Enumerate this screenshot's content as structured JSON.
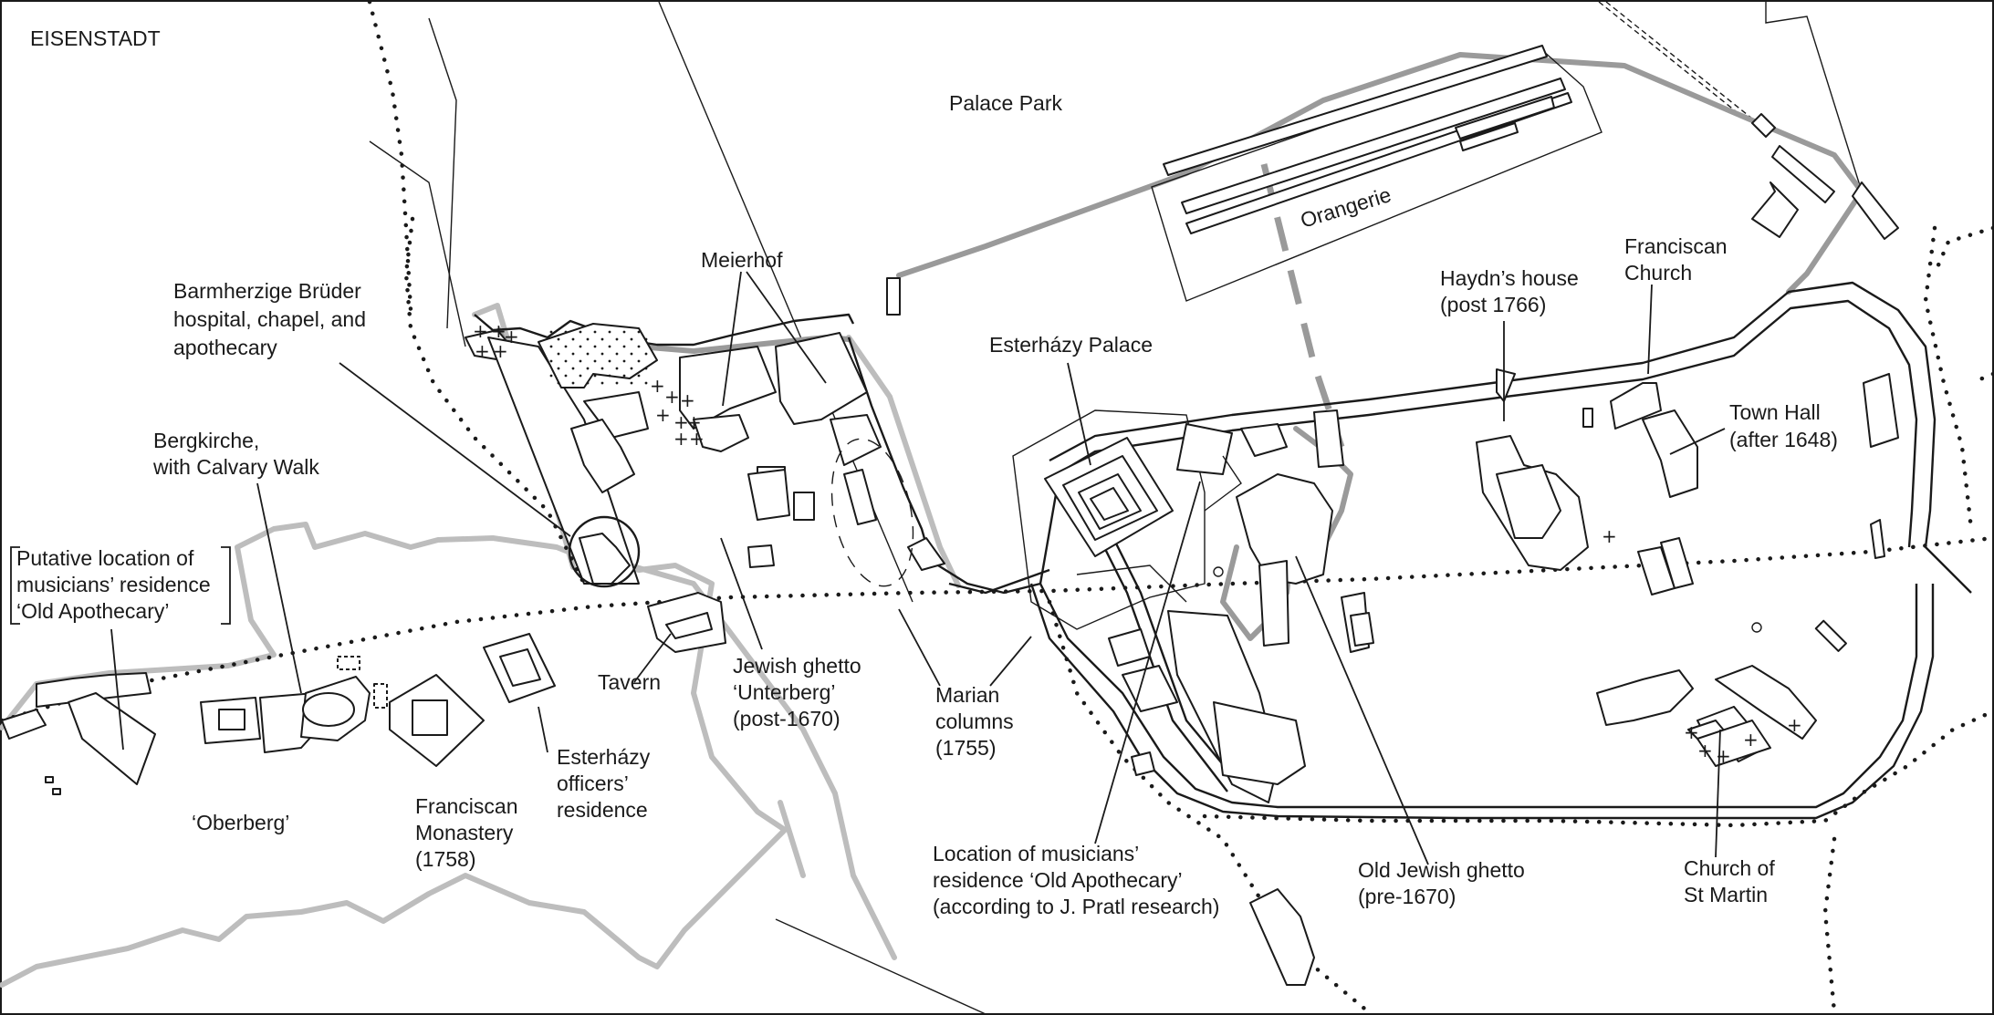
{
  "map": {
    "title": "EISENSTADT",
    "labels": {
      "palace_park": "Palace Park",
      "orangerie": "Orangerie",
      "meierhof": "Meierhof",
      "bruder_1": "Barmherzige Brüder",
      "bruder_2": "hospital, chapel, and",
      "bruder_3": "apothecary",
      "bergkirche_1": "Bergkirche,",
      "bergkirche_2": "with Calvary Walk",
      "putative_1": "Putative location of",
      "putative_2": "musicians’ residence",
      "putative_3": "‘Old Apothecary’",
      "oberberg": "‘Oberberg’",
      "franciscan_monastery_1": "Franciscan",
      "franciscan_monastery_2": "Monastery",
      "franciscan_monastery_3": "(1758)",
      "officers_1": "Esterházy",
      "officers_2": "officers’",
      "officers_3": "residence",
      "tavern": "Tavern",
      "jewish_ghetto_1": "Jewish ghetto",
      "jewish_ghetto_2": "‘Unterberg’",
      "jewish_ghetto_3": "(post-1670)",
      "marian_1": "Marian",
      "marian_2": "columns",
      "marian_3": "(1755)",
      "esterhazy_palace": "Esterházy Palace",
      "location_1": "Location of musicians’",
      "location_2": "residence ‘Old Apothecary’",
      "location_3": "(according to J. Pratl research)",
      "old_ghetto_1": "Old Jewish ghetto",
      "old_ghetto_2": "(pre-1670)",
      "haydn_1": "Haydn’s house",
      "haydn_2": "(post 1766)",
      "franciscan_church_1": "Franciscan",
      "franciscan_church_2": "Church",
      "town_hall_1": "Town Hall",
      "town_hall_2": "(after 1648)",
      "st_martin_1": "Church of",
      "st_martin_2": "St Martin"
    },
    "colors": {
      "ink": "#1a1a1a",
      "boundary_light": "#bdbdbd",
      "boundary_dark": "#9a9a9a"
    }
  }
}
